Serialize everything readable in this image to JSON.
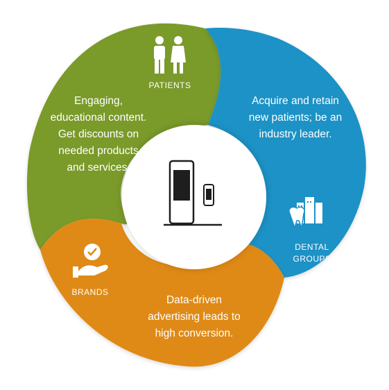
{
  "colors": {
    "patients": "#7a9a2c",
    "dental": "#1a92c6",
    "brands": "#df8a12",
    "center": "#ffffff",
    "icon_dark": "#1e1e1e"
  },
  "segments": {
    "patients": {
      "label": "PATIENTS",
      "icon": "people-icon",
      "text": [
        "Engaging,",
        "educational content.",
        "Get discounts on",
        "needed products",
        "and services."
      ]
    },
    "dental": {
      "label_lines": [
        "DENTAL",
        "GROUPS"
      ],
      "icon": "tooth-building-icon",
      "text": [
        "Acquire and retain",
        "new patients; be an",
        "industry leader."
      ]
    },
    "brands": {
      "label": "BRANDS",
      "icon": "badge-hand-icon",
      "text": [
        "Data-driven",
        "advertising leads to",
        "high conversion."
      ]
    }
  },
  "center": {
    "icon": "kiosk-phone-icon"
  }
}
